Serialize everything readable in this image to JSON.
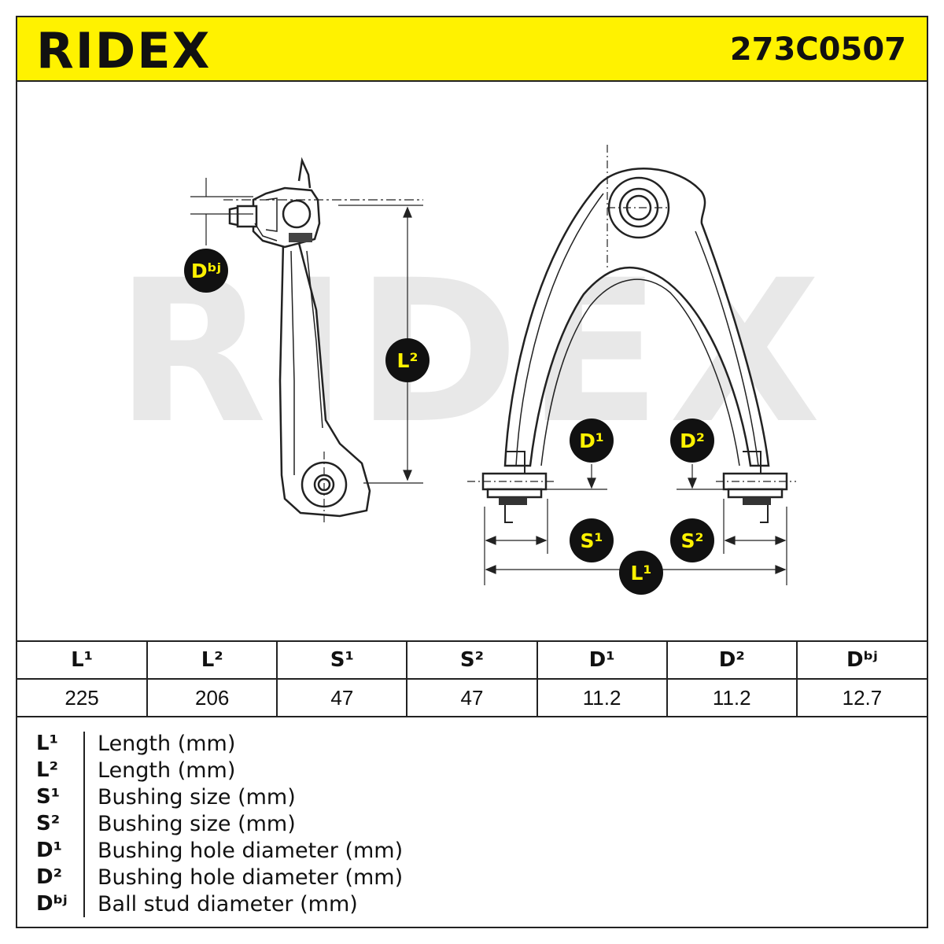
{
  "header": {
    "brand": "RIDEX",
    "part_number": "273C0507",
    "accent_color": "#fff200"
  },
  "diagram": {
    "watermark": "RIDEX",
    "labels": {
      "dbj": "Dᵇʲ",
      "l2": "L²",
      "d1": "D¹",
      "d2": "D²",
      "s1": "S¹",
      "s2": "S²",
      "l1": "L¹"
    }
  },
  "table": {
    "headers": [
      "L¹",
      "L²",
      "S¹",
      "S²",
      "D¹",
      "D²",
      "Dᵇʲ"
    ],
    "values": [
      "225",
      "206",
      "47",
      "47",
      "11.2",
      "11.2",
      "12.7"
    ]
  },
  "legend": [
    {
      "key": "L¹",
      "desc": "Length (mm)"
    },
    {
      "key": "L²",
      "desc": "Length (mm)"
    },
    {
      "key": "S¹",
      "desc": "Bushing size (mm)"
    },
    {
      "key": "S²",
      "desc": "Bushing size (mm)"
    },
    {
      "key": "D¹",
      "desc": "Bushing hole diameter (mm)"
    },
    {
      "key": "D²",
      "desc": "Bushing hole diameter (mm)"
    },
    {
      "key": "Dᵇʲ",
      "desc": "Ball stud diameter (mm)"
    }
  ]
}
